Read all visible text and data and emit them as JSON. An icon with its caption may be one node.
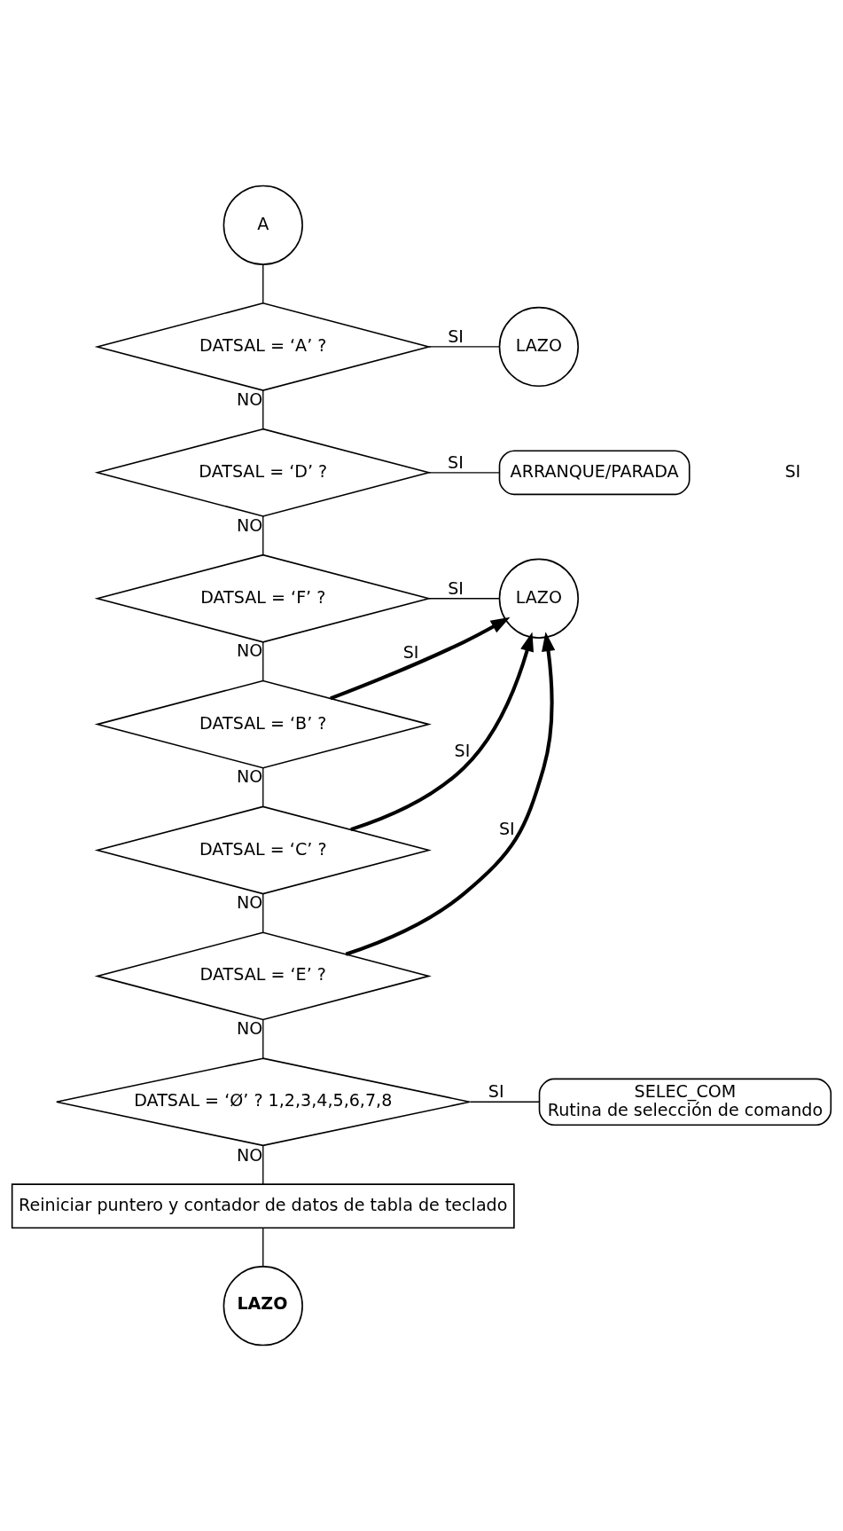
{
  "diagram": {
    "nodes": [
      {
        "text": [
          "A"
        ]
      },
      {
        "text": [
          "DATSAL = ‘A’ ?"
        ]
      },
      {
        "text": [
          "LAZO"
        ]
      },
      {
        "text": [
          "DATSAL = ‘D’ ?"
        ]
      },
      {
        "text": [
          "ARRANQUE/PARADA"
        ]
      },
      {
        "text": [
          "DATSAL = ‘F’ ?"
        ]
      },
      {
        "text": [
          "LAZO"
        ]
      },
      {
        "text": [
          "DATSAL = ‘B’ ?"
        ]
      },
      {
        "text": [
          "DATSAL = ‘C’ ?"
        ]
      },
      {
        "text": [
          "DATSAL = ‘E’ ?"
        ]
      },
      {
        "text": [
          "DATSAL = ‘Ø’ ? 1,2,3,4,5,6,7,8"
        ]
      },
      {
        "text": [
          "SELEC_COM",
          "Rutina de selección de comando"
        ]
      },
      {
        "text": [
          "Reiniciar puntero y contador de datos de tabla de teclado"
        ]
      },
      {
        "text": [
          "LAZO"
        ]
      }
    ],
    "edges": [
      {
        "from": 0,
        "to": 1,
        "arrow": "none"
      },
      {
        "from": 1,
        "to": 2,
        "arrow": "none",
        "label": "SI"
      },
      {
        "from": 1,
        "to": 3,
        "arrow": "none",
        "label": "NO"
      },
      {
        "from": 3,
        "to": 4,
        "arrow": "none",
        "label": "SI"
      },
      {
        "from": 3,
        "to": 5,
        "arrow": "none",
        "label": "NO"
      },
      {
        "from": 5,
        "to": 6,
        "arrow": "none",
        "label": "SI"
      },
      {
        "from": 5,
        "to": 7,
        "arrow": "none",
        "label": "NO"
      },
      {
        "from": 7,
        "to": 6,
        "arrow": "to",
        "label": "SI",
        "style": "thick"
      },
      {
        "from": 7,
        "to": 8,
        "arrow": "none",
        "label": "NO"
      },
      {
        "from": 8,
        "to": 6,
        "arrow": "to",
        "label": "SI",
        "style": "thick"
      },
      {
        "from": 8,
        "to": 9,
        "arrow": "none",
        "label": "NO"
      },
      {
        "from": 9,
        "to": 6,
        "arrow": "to",
        "label": "SI",
        "style": "thick"
      },
      {
        "from": 9,
        "to": 10,
        "arrow": "none",
        "label": "NO"
      },
      {
        "from": 10,
        "to": 11,
        "arrow": "none",
        "label": "SI"
      },
      {
        "from": 10,
        "to": 12,
        "arrow": "none",
        "label": "NO"
      },
      {
        "from": 12,
        "to": 13,
        "arrow": "none"
      }
    ],
    "labels": [
      "SI"
    ]
  }
}
